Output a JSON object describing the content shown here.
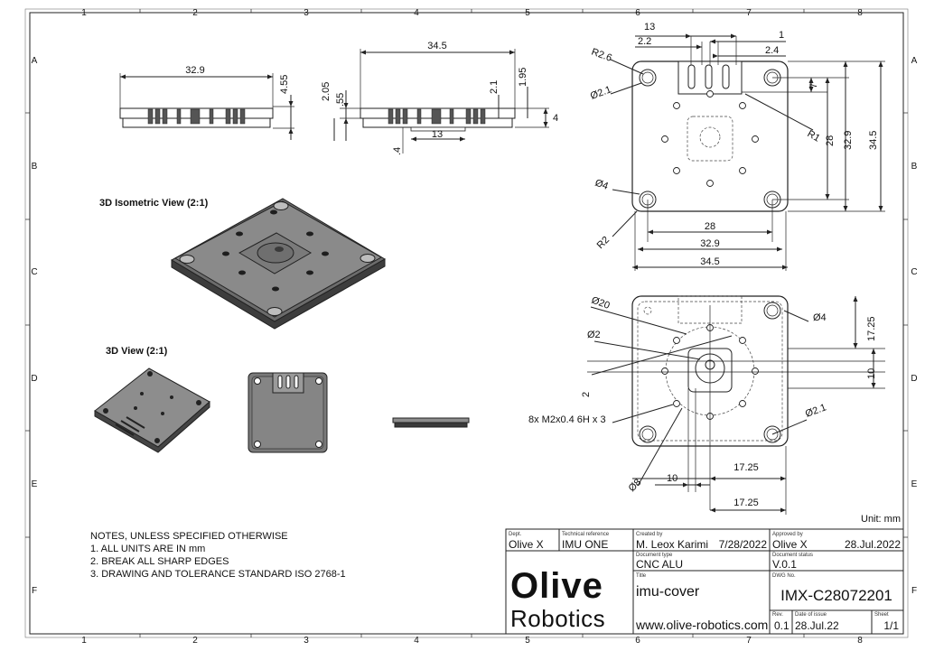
{
  "zones": {
    "cols": [
      "1",
      "2",
      "3",
      "4",
      "5",
      "6",
      "7",
      "8"
    ],
    "rows": [
      "A",
      "B",
      "C",
      "D",
      "E",
      "F"
    ]
  },
  "views": {
    "iso_label": "3D Isometric View (2:1)",
    "view3d_label": "3D View (2:1)"
  },
  "dims": {
    "side1_w": "32.9",
    "side1_h": "4.55",
    "side2_w": "34.5",
    "side2_a": "2.05",
    "side2_b": ".55",
    "side2_c": "2.1",
    "side2_d": "1.95",
    "side2_e": "4",
    "side2_f": "13",
    "side2_g": ".4",
    "top_13": "13",
    "top_1": "1",
    "top_2_2": "2.2",
    "top_2_4": "2.4",
    "r2_6": "R2.6",
    "d2_1": "Ø2.1",
    "d7": "7",
    "r1": "R1",
    "d28v": "28",
    "d32_9v": "32.9",
    "d34_5v": "34.5",
    "d4": "Ø4",
    "r2": "R2",
    "d28h": "28",
    "d32_9h": "32.9",
    "d34_5h": "34.5",
    "b_d20": "Ø20",
    "b_d2": "Ø2",
    "b_2": "2",
    "b_thread": "8x M2x0.4 6H x 3",
    "b_d4": "Ø4",
    "b_17_25v": "17.25",
    "b_10v": "10",
    "b_d2_1": "Ø2.1",
    "b_d8": "Ø8",
    "b_10h": "10",
    "b_17_25a": "17.25",
    "b_17_25b": "17.25",
    "unit": "Unit: mm"
  },
  "notes": {
    "heading": "NOTES, UNLESS SPECIFIED OTHERWISE",
    "n1": "1. ALL UNITS ARE IN mm",
    "n2": "2. BREAK ALL SHARP EDGES",
    "n3": "3. DRAWING AND TOLERANCE STANDARD ISO 2768-1"
  },
  "title_block": {
    "dept_label": "Dept.",
    "dept": "Olive X",
    "techref_label": "Technical reference",
    "techref": "IMU ONE",
    "created_label": "Created by",
    "created": "M. Leox Karimi",
    "created_date": "7/28/2022",
    "approved_label": "Approved by",
    "approved": "Olive X",
    "approved_date": "28.Jul.2022",
    "doctype_label": "Document type",
    "doctype": "CNC ALU",
    "docstatus_label": "Document status",
    "docstatus": "V.0.1",
    "title_label": "Title",
    "title": "imu-cover",
    "dwg_label": "DWG No.",
    "dwg": "IMX-C28072201",
    "website": "www.olive-robotics.com",
    "rev_label": "Rev.",
    "rev": "0.1",
    "issue_label": "Date of issue",
    "issue": "28.Jul.22",
    "sheet_label": "Sheet",
    "sheet": "1/1",
    "logo_line1": "Olive",
    "logo_line2": "Robotics"
  }
}
